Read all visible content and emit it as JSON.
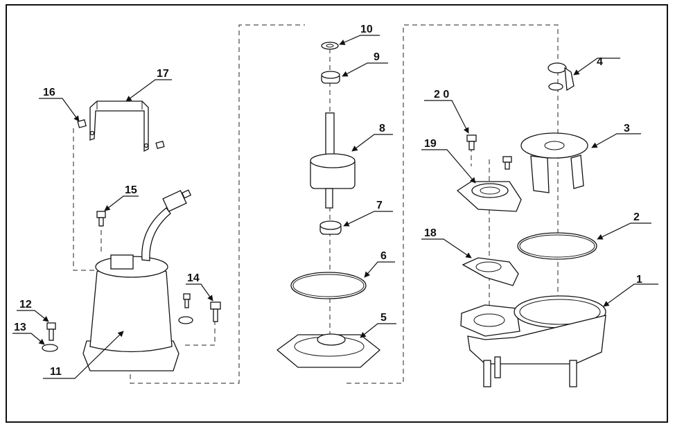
{
  "callouts": [
    {
      "id": "c1",
      "text": "1"
    },
    {
      "id": "c2",
      "text": "2"
    },
    {
      "id": "c3",
      "text": "3"
    },
    {
      "id": "c4",
      "text": "4"
    },
    {
      "id": "c5",
      "text": "5"
    },
    {
      "id": "c6",
      "text": "6"
    },
    {
      "id": "c7",
      "text": "7"
    },
    {
      "id": "c8",
      "text": "8"
    },
    {
      "id": "c9",
      "text": "9"
    },
    {
      "id": "c10",
      "text": "10"
    },
    {
      "id": "c11",
      "text": "11"
    },
    {
      "id": "c12",
      "text": "12"
    },
    {
      "id": "c13",
      "text": "13"
    },
    {
      "id": "c14",
      "text": "14"
    },
    {
      "id": "c15",
      "text": "15"
    },
    {
      "id": "c16",
      "text": "16"
    },
    {
      "id": "c17",
      "text": "17"
    },
    {
      "id": "c18",
      "text": "18"
    },
    {
      "id": "c19",
      "text": "19"
    },
    {
      "id": "c20",
      "text": "2 0"
    }
  ]
}
